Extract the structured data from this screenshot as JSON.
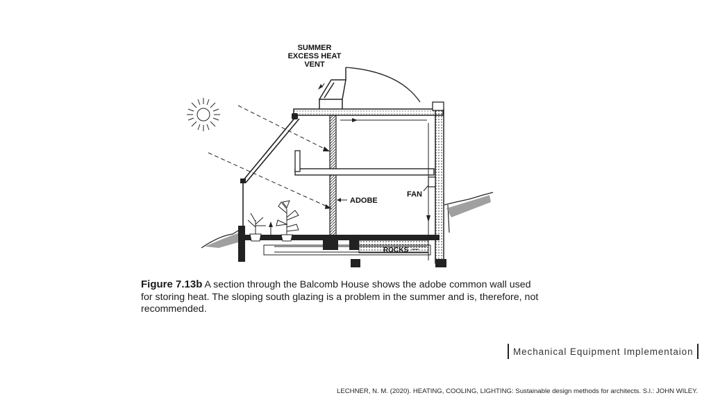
{
  "figure": {
    "labels": {
      "vent_line1": "SUMMER",
      "vent_line2": "EXCESS HEAT",
      "vent_line3": "VENT",
      "adobe": "ADOBE",
      "fan": "FAN",
      "rocks": "ROCKS"
    },
    "caption": {
      "number": "Figure 7.13b",
      "text": " A section through the Balcomb House shows the adobe common wall used for storing heat. The sloping south glazing is a problem in the summer and is, therefore, not recommended."
    }
  },
  "section_title": "Mechanical Equipment Implementaion",
  "citation": "LECHNER, N. M. (2020). HEATING, COOLING, LIGHTING: Sustainable design methods for architects. S.l.: JOHN WILEY."
}
